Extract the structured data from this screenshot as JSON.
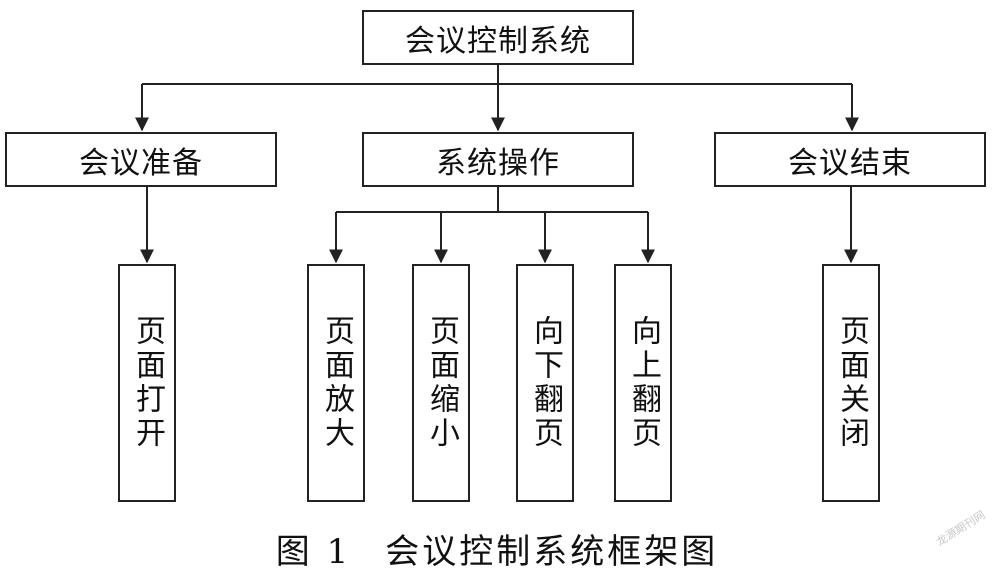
{
  "root": {
    "label": "会议控制系统"
  },
  "level1": [
    {
      "label": "会议准备"
    },
    {
      "label": "系统操作"
    },
    {
      "label": "会议结束"
    }
  ],
  "level2": [
    {
      "label": "页面打开",
      "parent": 0
    },
    {
      "label": "页面放大",
      "parent": 1
    },
    {
      "label": "页面缩小",
      "parent": 1
    },
    {
      "label": "向下翻页",
      "parent": 1
    },
    {
      "label": "向上翻页",
      "parent": 1
    },
    {
      "label": "页面关闭",
      "parent": 2
    }
  ],
  "caption": {
    "figure": "图 1",
    "title": "会议控制系统框架图"
  },
  "watermark": "龙源期刊网"
}
